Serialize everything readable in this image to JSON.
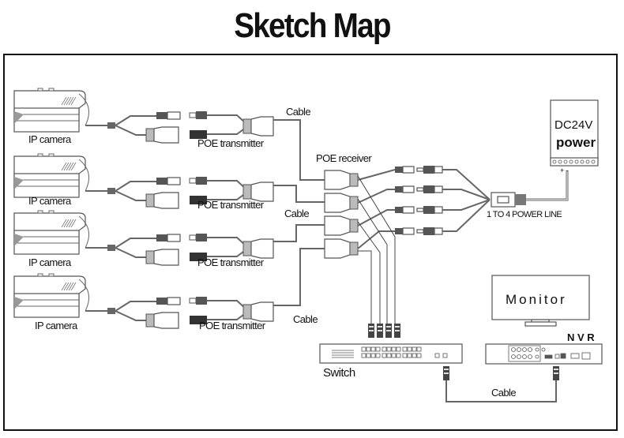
{
  "title": "Sketch Map",
  "cameras": [
    {
      "label": "IP camera",
      "transmitter_label": "POE transmitter"
    },
    {
      "label": "IP camera",
      "transmitter_label": "POE transmitter"
    },
    {
      "label": "IP camera",
      "transmitter_label": "POE transmitter"
    },
    {
      "label": "IP camera",
      "transmitter_label": "POE transmitter"
    }
  ],
  "cable_labels": [
    "Cable",
    "Cable",
    "Cable",
    "Cable"
  ],
  "receiver_label": "POE receiver",
  "power_line_label": "1 TO 4 POWER LINE",
  "power_supply": {
    "voltage": "DC24V",
    "label": "power",
    "terminals": "+ -"
  },
  "monitor_label": "Monitor",
  "nvr_label": "N V R",
  "switch_label": "Switch"
}
